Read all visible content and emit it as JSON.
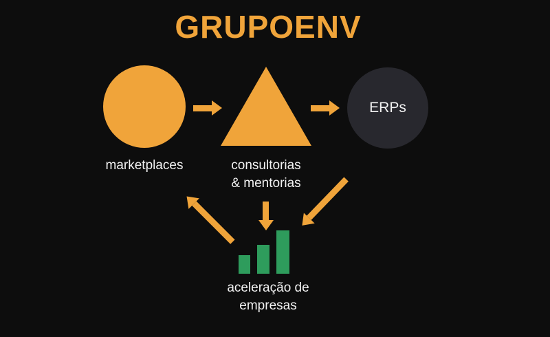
{
  "title": "GRUPOENV",
  "colors": {
    "background": "#0d0d0d",
    "accent_orange": "#F0A43A",
    "dark_node": "#28282e",
    "bar_green": "#2E9C5C",
    "text": "#F2F2F2"
  },
  "diagram": {
    "nodes": [
      {
        "id": "marketplaces",
        "shape": "circle",
        "label": "marketplaces"
      },
      {
        "id": "consultorias",
        "shape": "triangle",
        "label_line1": "consultorias",
        "label_line2": "& mentorias"
      },
      {
        "id": "erps",
        "shape": "dark-circle",
        "label": "ERPs"
      },
      {
        "id": "aceleracao",
        "shape": "bar-chart",
        "label_line1": "aceleração de",
        "label_line2": "empresas"
      }
    ],
    "edges": [
      {
        "from": "marketplaces",
        "to": "consultorias"
      },
      {
        "from": "consultorias",
        "to": "erps"
      },
      {
        "from": "aceleracao",
        "to": "marketplaces"
      },
      {
        "from": "consultorias",
        "to": "aceleracao"
      },
      {
        "from": "erps",
        "to": "aceleracao"
      }
    ]
  }
}
